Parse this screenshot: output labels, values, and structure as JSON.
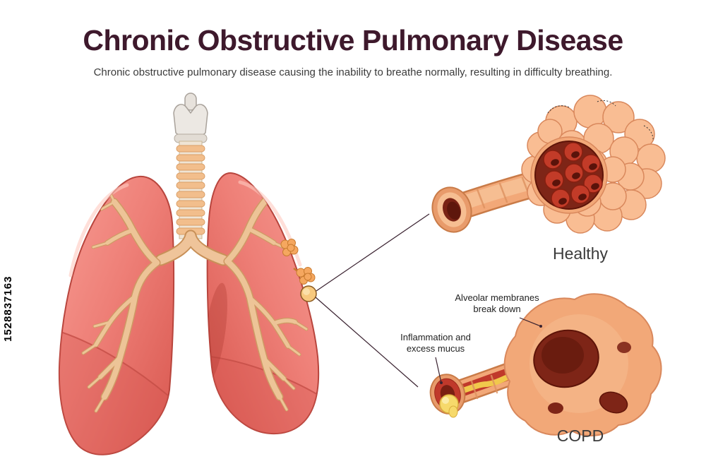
{
  "header": {
    "title": "Chronic Obstructive Pulmonary Disease",
    "subtitle": "Chronic obstructive pulmonary disease causing the inability to breathe normally, resulting in difficulty breathing."
  },
  "watermark": {
    "text": "1528837163"
  },
  "figure": {
    "healthy_label": "Healthy",
    "copd_label": "COPD",
    "annotation_alveolar_line1": "Alveolar membranes",
    "annotation_alveolar_line2": "break down",
    "annotation_inflammation_line1": "Inflammation and",
    "annotation_inflammation_line2": "excess mucus"
  },
  "colors": {
    "title_text": "#3E192C",
    "body_text": "#3B3B3B",
    "lung_coral": "#EF7E76",
    "lung_dark": "#C44E46",
    "trachea_ring_tan": "#F2BE8C",
    "bronchi_tan": "#EDC497",
    "alveoli_peach": "#F9BD93",
    "alveoli_outline": "#D9885C",
    "interior_maroon": "#7E2517",
    "alveolar_sac_red": "#C23B28",
    "inflamed_red": "#C0392B",
    "mucus_yellow": "#F6D96B",
    "leader_line": "#3A2230"
  }
}
